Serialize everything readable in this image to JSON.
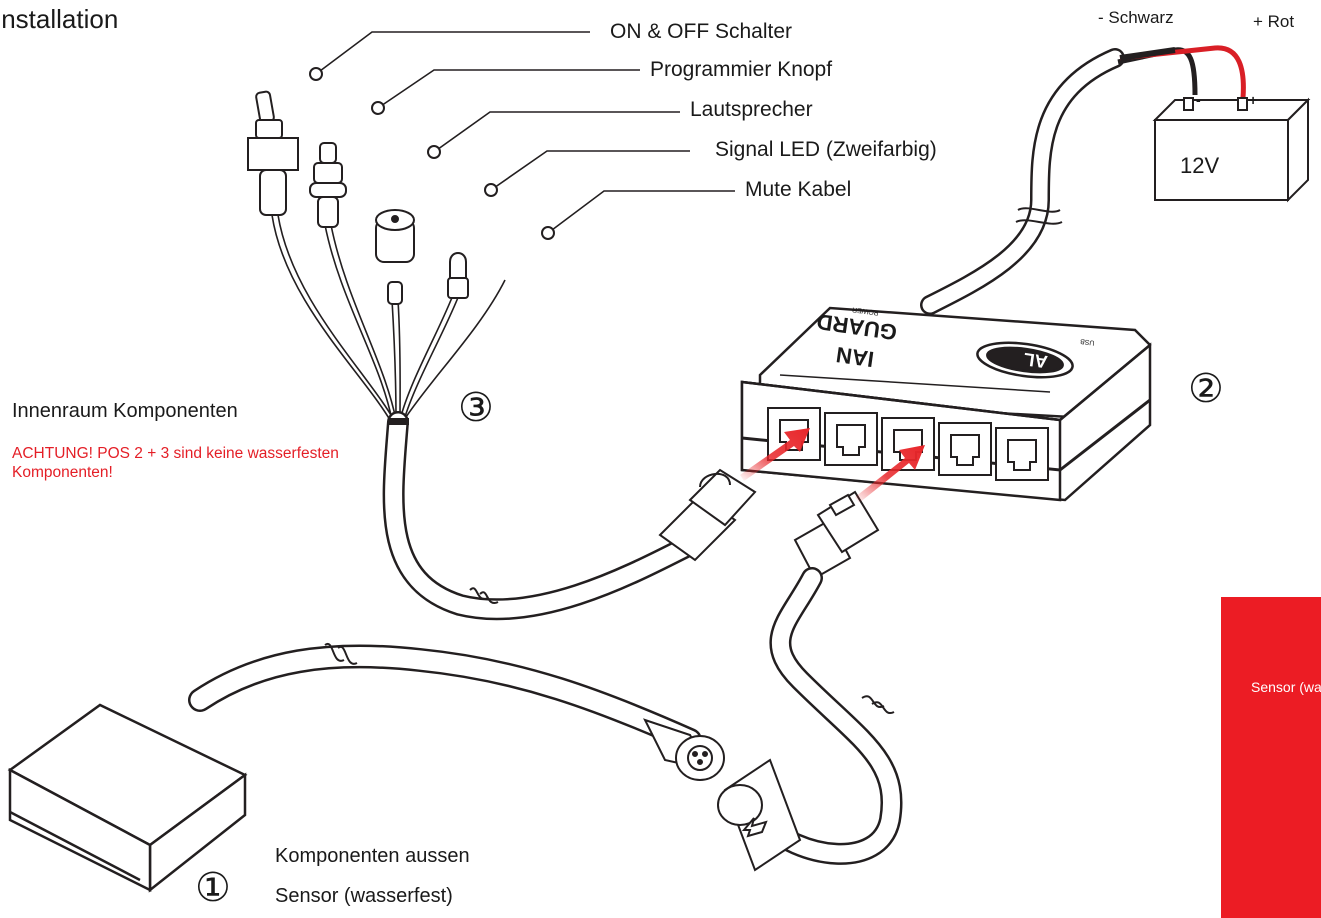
{
  "title": "Installation",
  "callouts": {
    "switch": "ON & OFF Schalter",
    "program": "Programmier Knopf",
    "speaker": "Lautsprecher",
    "led": "Signal LED (Zweifarbig)",
    "mute": "Mute Kabel"
  },
  "battery": {
    "negative": "- Schwarz",
    "positive": "+ Rot",
    "voltage": "12V",
    "terminal_neg": "-",
    "terminal_pos": "+"
  },
  "device": {
    "brand_a": "GUARD",
    "brand_b": "IAN",
    "badge": "AL",
    "port_power": "POWER",
    "port_usb": "USB"
  },
  "sections": {
    "interior": "Innenraum Komponenten",
    "warning": "ACHTUNG! POS 2 + 3 sind keine wasserfesten Komponenten!",
    "exterior": "Komponenten aussen",
    "sensor": "Sensor (wasserfest)"
  },
  "markers": {
    "one": "①",
    "two": "②",
    "three": "③"
  },
  "side_panel": {
    "label": "Sensor (wasserfest)",
    "color": "#ec1c24"
  },
  "colors": {
    "warning": "#e41e26",
    "arrow": "#e8262a",
    "cable_red": "#d91f26",
    "cable_black": "#231f20"
  }
}
